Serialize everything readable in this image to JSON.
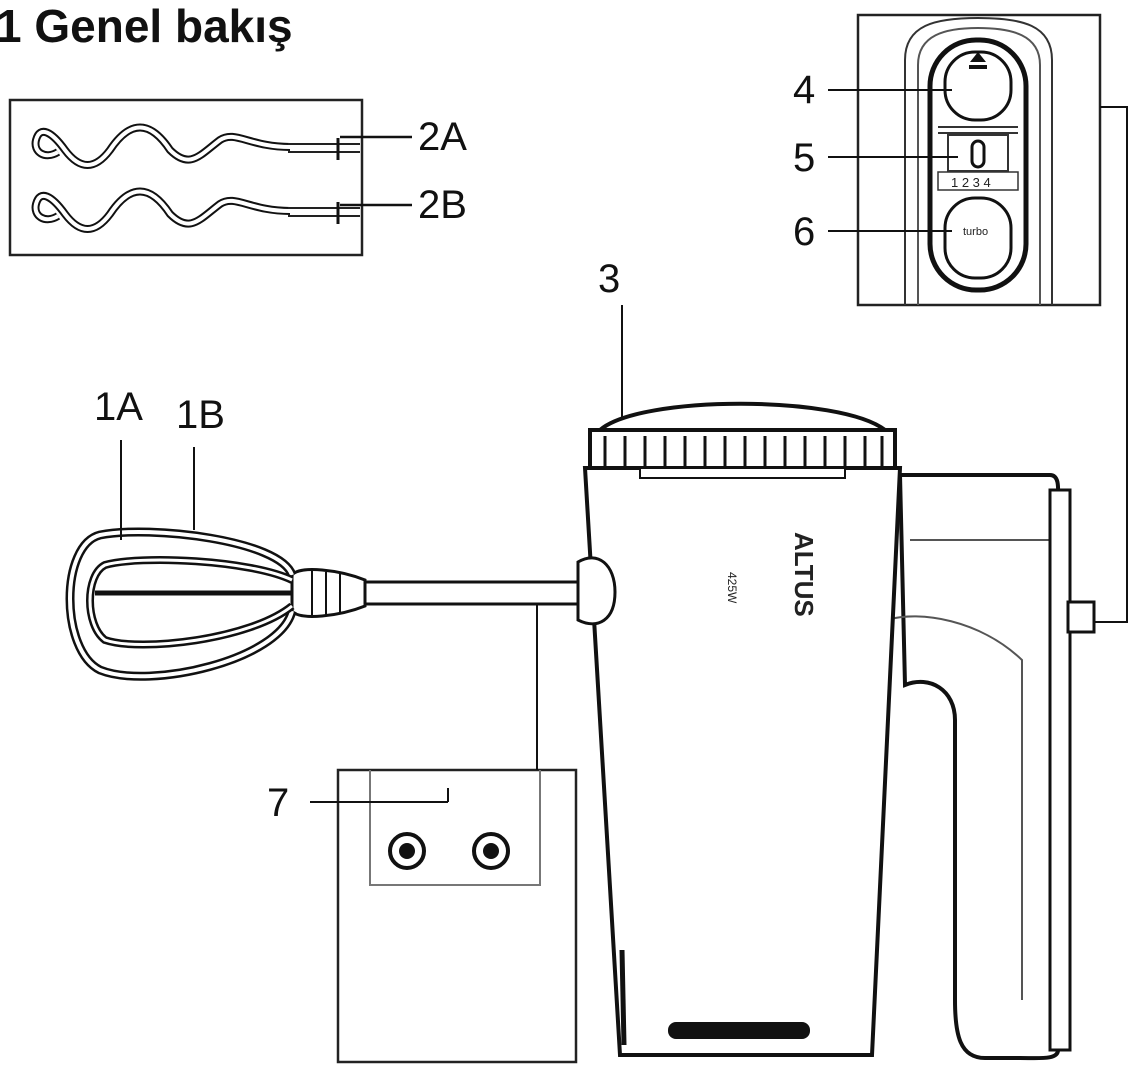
{
  "title": "1 Genel bakış",
  "callouts": {
    "c1A": "1A",
    "c1B": "1B",
    "c2A": "2A",
    "c2B": "2B",
    "c3": "3",
    "c4": "4",
    "c5": "5",
    "c6": "6",
    "c7": "7"
  },
  "control_panel": {
    "speed_numbers": "1 2 3 4",
    "turbo_label": "turbo"
  },
  "body_text": {
    "brand": "ALTUS",
    "power": "425W"
  }
}
